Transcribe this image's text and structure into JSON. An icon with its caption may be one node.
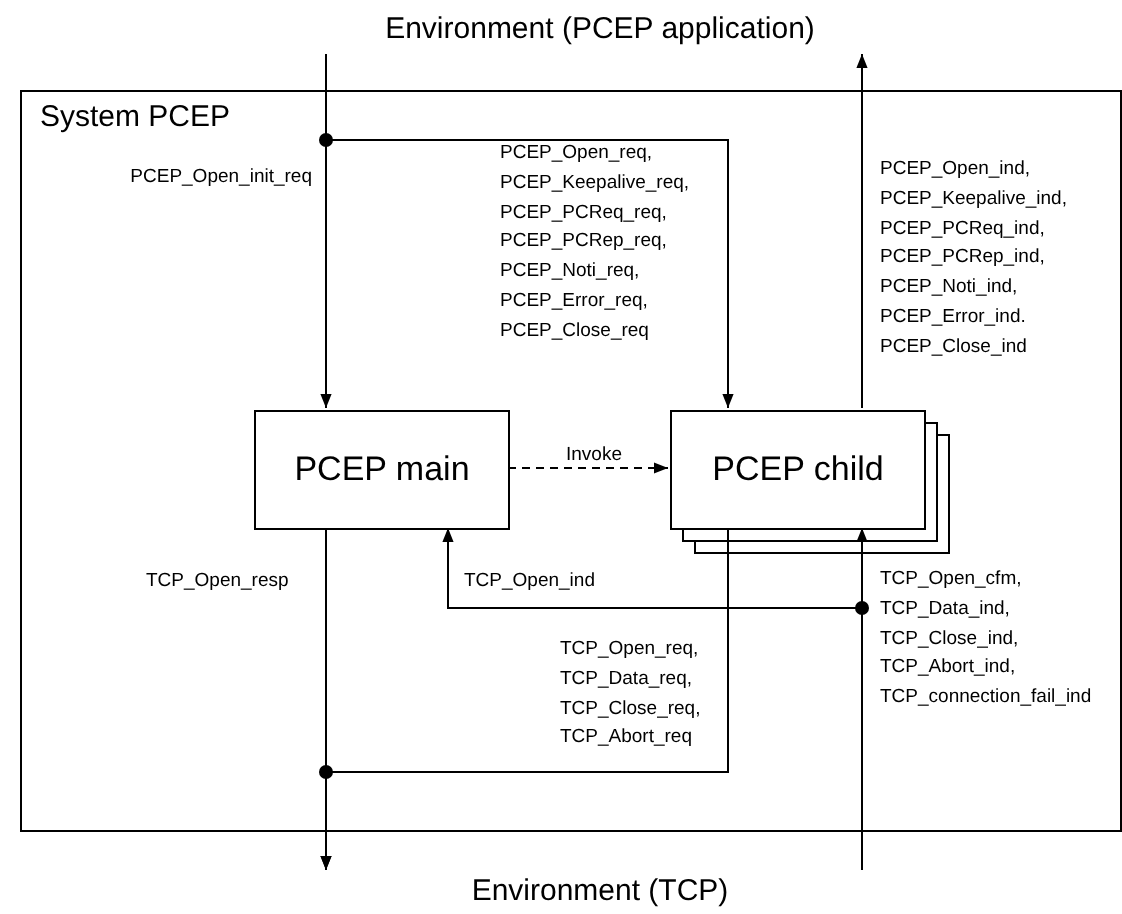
{
  "diagram": {
    "nodes": [
      {
        "text": [
          "Environment (PCEP application)"
        ]
      },
      {
        "text": [
          "System PCEP"
        ]
      },
      {
        "text": [
          "PCEP main"
        ],
        "in": 1
      },
      {
        "text": [
          "PCEP child"
        ],
        "in": 1
      },
      {
        "text": [
          "Environment (TCP)"
        ]
      }
    ],
    "edges": [
      {
        "from": 0,
        "to": 2,
        "arrow": "to",
        "label": "PCEP_Open_init_req"
      },
      {
        "from": 0,
        "to": 3,
        "arrow": "to",
        "label": "PCEP_Open_req, PCEP_Keepalive_req, PCEP_PCReq_req, PCEP_PCRep_req, PCEP_Noti_req, PCEP_Error_req, PCEP_Close_req"
      },
      {
        "from": 3,
        "to": 0,
        "arrow": "to",
        "label": "PCEP_Open_ind, PCEP_Keepalive_ind, PCEP_PCReq_ind, PCEP_PCRep_ind, PCEP_Noti_ind, PCEP_Error_ind. PCEP_Close_ind"
      },
      {
        "from": 2,
        "to": 3,
        "arrow": "to",
        "label": "Invoke",
        "style": "dashed"
      },
      {
        "from": 2,
        "to": 4,
        "arrow": "to",
        "label": "TCP_Open_resp"
      },
      {
        "from": 3,
        "to": 4,
        "arrow": "to",
        "label": "TCP_Open_req, TCP_Data_req, TCP_Close_req, TCP_Abort_req"
      },
      {
        "from": 4,
        "to": 2,
        "arrow": "to",
        "label": "TCP_Open_ind"
      },
      {
        "from": 4,
        "to": 3,
        "arrow": "to",
        "label": "TCP_Open_cfm, TCP_Data_ind, TCP_Close_ind, TCP_Abort_ind, TCP_connection_fail_ind"
      }
    ]
  }
}
